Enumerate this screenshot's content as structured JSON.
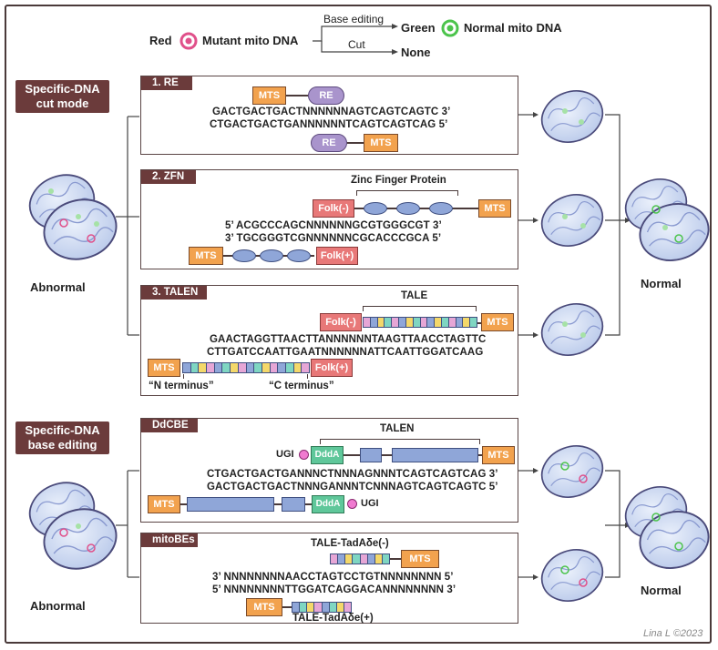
{
  "legend": {
    "red_label": "Red",
    "mutant_label": "Mutant mito DNA",
    "base_editing_label": "Base editing",
    "cut_label": "Cut",
    "green_label": "Green",
    "normal_label": "Normal mito DNA",
    "none_label": "None",
    "red_color": "#e0508a",
    "green_color": "#4cc44c"
  },
  "cut_mode": {
    "label": "Specific-DNA cut mode",
    "abnormal_label": "Abnormal",
    "normal_label": "Normal",
    "re": {
      "title": "1. RE",
      "top_boxes": [
        "MTS",
        "RE"
      ],
      "seq1": "GACTGACTGACTNNNNNNAGTCAGTCAGTC 3’",
      "seq2": "CTGACTGACTGANNNNNNTCAGTCAGTCAG 5’",
      "bottom_boxes": [
        "RE",
        "MTS"
      ]
    },
    "zfn": {
      "title": "2. ZFN",
      "zinc_label": "Zinc Finger Protein",
      "folk_minus": "Folk(-)",
      "folk_plus": "Folk(+)",
      "mts": "MTS",
      "seq1": "5’ ACGCCCAGCNNNNNNGCGTGGGCGT 3’",
      "seq2": "3’ TGCGGGTCGNNNNNNCGCACCCGCA 5’"
    },
    "talen": {
      "title": "3. TALEN",
      "tale_label": "TALE",
      "folk_minus": "Folk(-)",
      "folk_plus": "Folk(+)",
      "mts": "MTS",
      "seq1": "GAACTAGGTTAACTTANNNNNNTAAGTTAACCTAGTTC",
      "seq2": "CTTGATCCAATTGAATNNNNNNATTCAATTGGATCAAG",
      "n_terminus": "“N terminus”",
      "c_terminus": "“C terminus”"
    }
  },
  "base_mode": {
    "label": "Specific-DNA base editing",
    "abnormal_label": "Abnormal",
    "normal_label": "Normal",
    "ddcbe": {
      "title": "DdCBE",
      "talen_label": "TALEN",
      "ugi": "UGI",
      "ddda": "DddA",
      "mts": "MTS",
      "seq1": "CTGACTGACTGANNNCTNNNAGNNNTCAGTCAGTCAG 3’",
      "seq2": "GACTGACTGACTNNNGANNNTCNNNAGTCAGTCAGTC 5’"
    },
    "mitobes": {
      "title": "mitoBEs",
      "tale_minus": "TALE-TadAδe(-)",
      "tale_plus": "TALE-TadAδe(+)",
      "mts": "MTS",
      "seq1": "3’ NNNNNNNNAACCTAGTCCTGTNNNNNNNN 5’",
      "seq2": "5’ NNNNNNNNTTGGATCAGGACANNNNNNNN 3’"
    }
  },
  "signature": "Lina L ©2023"
}
